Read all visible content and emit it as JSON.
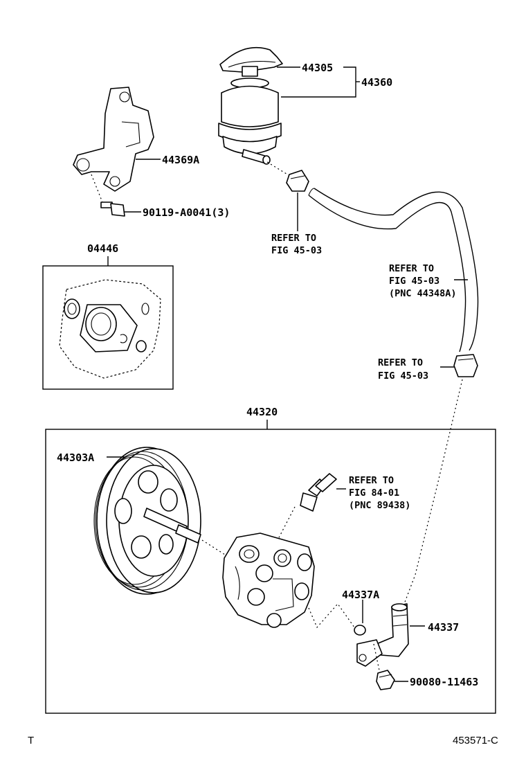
{
  "labels": {
    "cap_part": "44305",
    "reservoir_assy": "44360",
    "bracket": "44369A",
    "bracket_bolt": "90119-A0041(3)",
    "refer_clamp_top_1": "REFER TO",
    "refer_clamp_top_2": "FIG 45-03",
    "gasket_kit": "04446",
    "hose_refer_1": "REFER TO",
    "hose_refer_2": "FIG 45-03",
    "hose_refer_3": "(PNC 44348A)",
    "clamp_refer_1": "REFER TO",
    "clamp_refer_2": "FIG 45-03",
    "pump_assy": "44320",
    "pulley": "44303A",
    "switch_refer_1": "REFER TO",
    "switch_refer_2": "FIG 84-01",
    "switch_refer_3": "(PNC 89438)",
    "oring": "44337A",
    "union": "44337",
    "union_bolt": "90080-11463"
  },
  "footer": {
    "left": "T",
    "right": "453571-C"
  }
}
